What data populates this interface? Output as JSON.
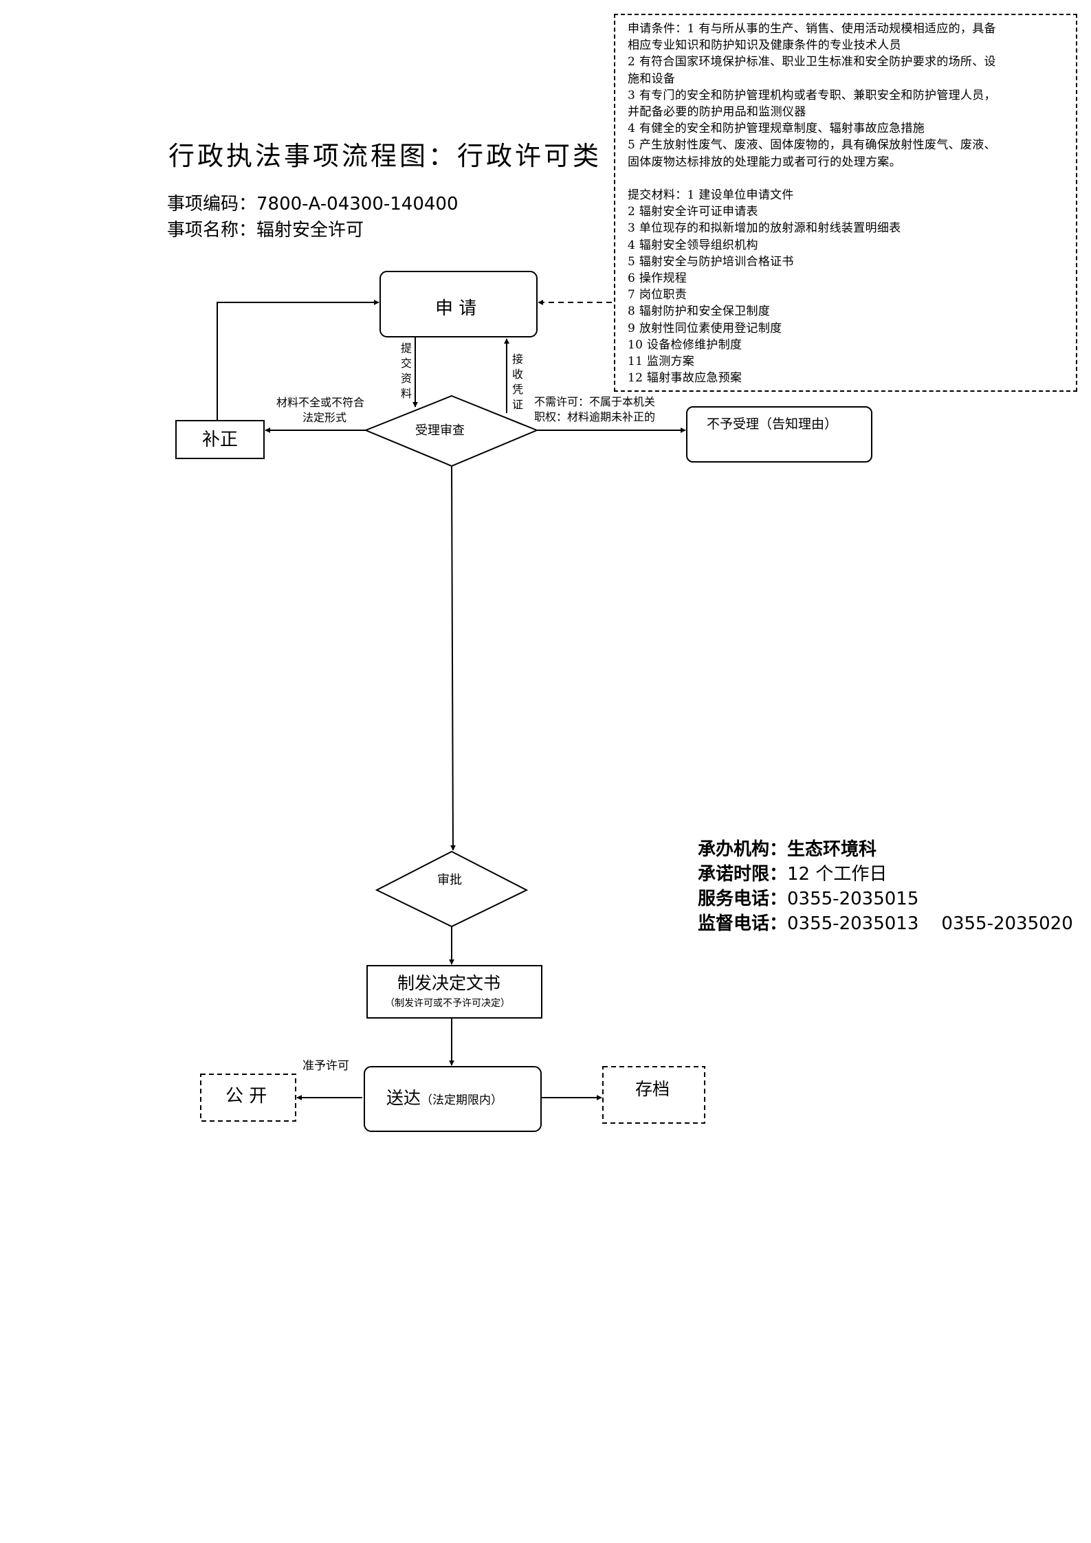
{
  "header": {
    "title": "行政执法事项流程图：行政许可类",
    "code_line": "事项编码：7800-A-04300-140400",
    "name_line": "事项名称：辐射安全许可"
  },
  "conditions_box": {
    "lines": [
      "申请条件：1 有与所从事的生产、销售、使用活动规模相适应的，具备",
      "相应专业知识和防护知识及健康条件的专业技术人员",
      "2 有符合国家环境保护标准、职业卫生标准和安全防护要求的场所、设",
      "施和设备",
      "3 有专门的安全和防护管理机构或者专职、兼职安全和防护管理人员，",
      "并配备必要的防护用品和监测仪器",
      "4 有健全的安全和防护管理规章制度、辐射事故应急措施",
      "5 产生放射性废气、废液、固体废物的，具有确保放射性废气、废液、",
      "固体废物达标排放的处理能力或者可行的处理方案。",
      "",
      "提交材料：1 建设单位申请文件",
      "2 辐射安全许可证申请表",
      "3 单位现存的和拟新增加的放射源和射线装置明细表",
      "4 辐射安全领导组织机构",
      "5 辐射安全与防护培训合格证书",
      "6 操作规程",
      "7 岗位职责",
      "8 辐射防护和安全保卫制度",
      "9 放射性同位素使用登记制度",
      "10 设备检修维护制度",
      "11 监测方案",
      "12 辐射事故应急预案"
    ]
  },
  "nodes": {
    "apply": "申 请",
    "correction": "补正",
    "review": "受理审查",
    "reject": "不予受理（告知理由）",
    "approve": "审批",
    "decision_main": "制发决定文书",
    "decision_sub": "（制发许可或不予许可决定）",
    "publish": "公 开",
    "deliver_main": "送达",
    "deliver_sub": "（法定期限内）",
    "archive": "存档"
  },
  "edge_labels": {
    "submit": "提交资料",
    "receipt": "接收凭证",
    "incomplete_1": "材料不全或不符合",
    "incomplete_2": "法定形式",
    "no_permit_1": "不需许可：不属于本机关",
    "no_permit_2": "职权：材料逾期未补正的",
    "granted": "准予许可"
  },
  "info": {
    "agency_label": "承办机构：",
    "agency_value": "生态环境科",
    "deadline_label": "承诺时限：",
    "deadline_value": "12 个工作日",
    "service_label": "服务电话：",
    "service_value": "0355-2035015",
    "supervise_label": "监督电话：",
    "supervise_value": "0355-2035013    0355-2035020"
  }
}
